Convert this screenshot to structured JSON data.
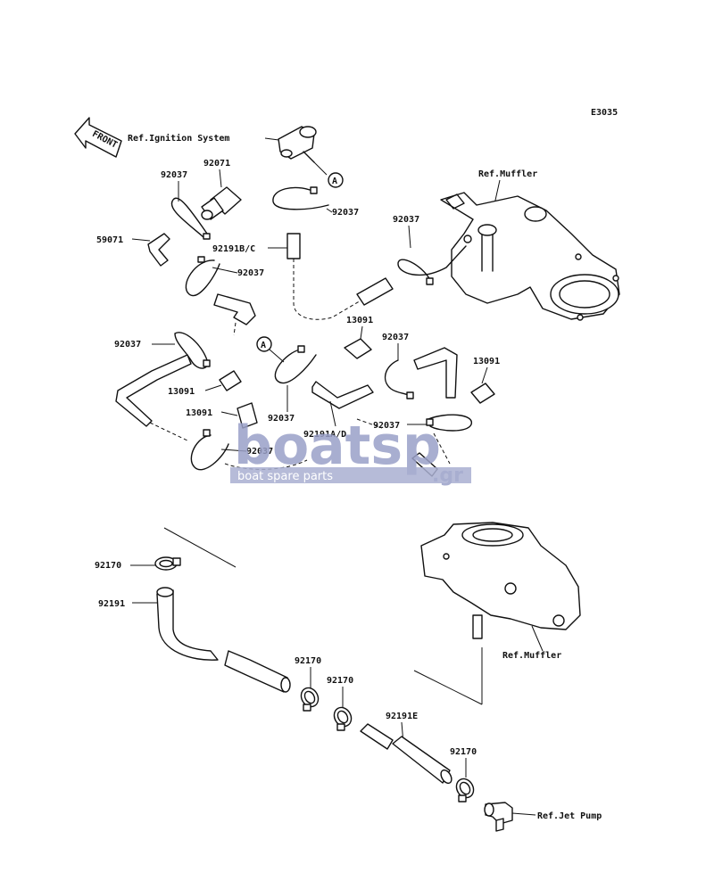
{
  "diagram_code": "E3035",
  "front_label": "FRONT",
  "references": {
    "ignition": "Ref.Ignition System",
    "muffler_top": "Ref.Muffler",
    "muffler_bottom": "Ref.Muffler",
    "jet_pump": "Ref.Jet Pump"
  },
  "callout_letter": "A",
  "part_numbers": {
    "p92071": "92071",
    "p92037_a": "92037",
    "p92037_b": "92037",
    "p59071": "59071",
    "p92191bc": "92191B/C",
    "p92037_c": "92037",
    "p92037_d": "92037",
    "p13091_a": "13091",
    "p92037_e": "92037",
    "p92037_f": "92037",
    "p13091_b": "13091",
    "p13091_c": "13091",
    "p92037_g": "92037",
    "p92191ad": "92191A/D",
    "p92037_h": "92037",
    "p92037_i": "92037",
    "p13091_d": "13091",
    "p92170_a": "92170",
    "p92191": "92191",
    "p92170_b": "92170",
    "p92170_c": "92170",
    "p92191e": "92191E",
    "p92170_d": "92170"
  },
  "watermark": {
    "brand": "boatsp",
    "tld": ".gr",
    "tagline": "boat spare parts",
    "colors": {
      "brand": "#9aa0c8",
      "band": "#aab0d2"
    }
  }
}
